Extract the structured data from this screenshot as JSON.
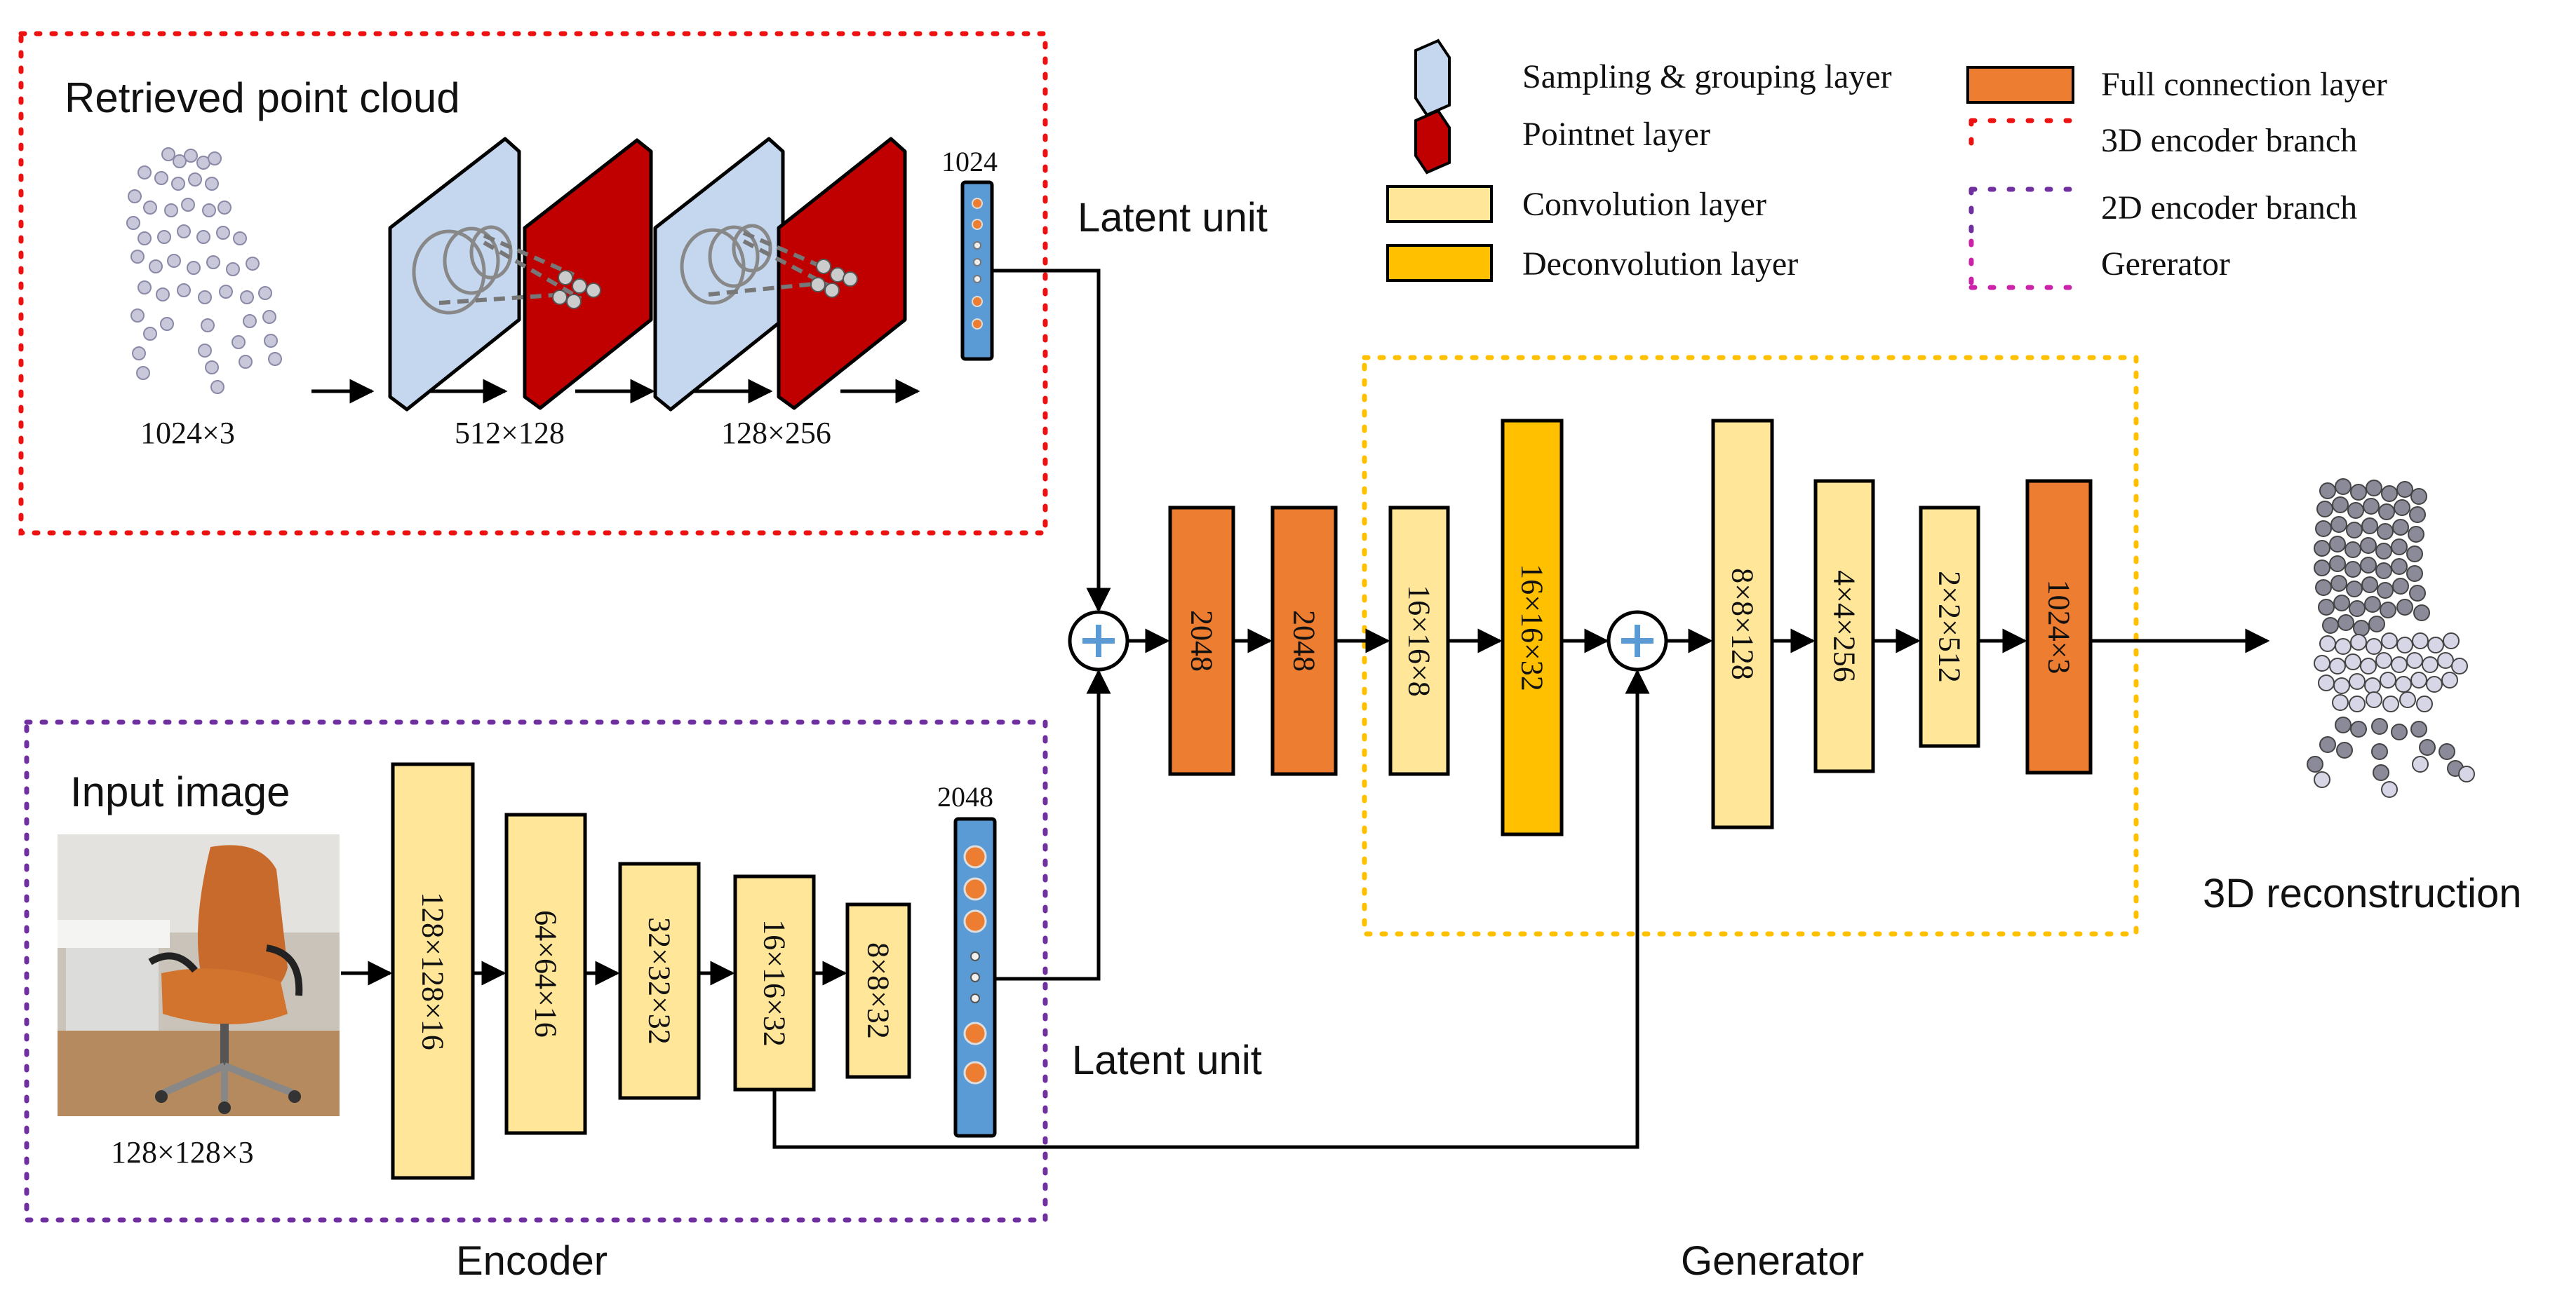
{
  "legend": {
    "sampling": "Sampling & grouping layer",
    "pointnet": "Pointnet layer",
    "conv": "Convolution layer",
    "deconv": "Deconvolution layer",
    "fc": "Full connection layer",
    "branch3d": "3D encoder branch",
    "branch2d": "2D encoder branch",
    "generator": "Gererator"
  },
  "top": {
    "title": "Retrieved point cloud",
    "input_size": "1024×3",
    "stage1_size": "512×128",
    "stage2_size": "128×256",
    "vector_size": "1024",
    "latent": "Latent unit"
  },
  "bottom": {
    "title": "Input image",
    "input_size": "128×128×3",
    "layers": [
      "128×128×16",
      "64×64×16",
      "32×32×32",
      "16×16×32",
      "8×8×32"
    ],
    "vector_size": "2048",
    "latent": "Latent unit",
    "section": "Encoder"
  },
  "generator": {
    "fc1": "2048",
    "fc2": "2048",
    "conv1": "16×16×8",
    "deconv1": "16×16×32",
    "conv2": "8×8×128",
    "conv3": "4×4×256",
    "conv4": "2×2×512",
    "fc3": "1024×3",
    "section": "Generator",
    "output": "3D  reconstruction"
  },
  "colors": {
    "fc": "#ED7D31",
    "conv": "#FFE699",
    "deconv": "#FFC000",
    "sampling": "#C5D7EF",
    "pointnet": "#C00000",
    "vector": "#5B9BD5",
    "branch3d": "#EE1111",
    "branch2d": "#7030A0",
    "generator_box": "#FFC000",
    "plus": "#5B9BD5"
  }
}
